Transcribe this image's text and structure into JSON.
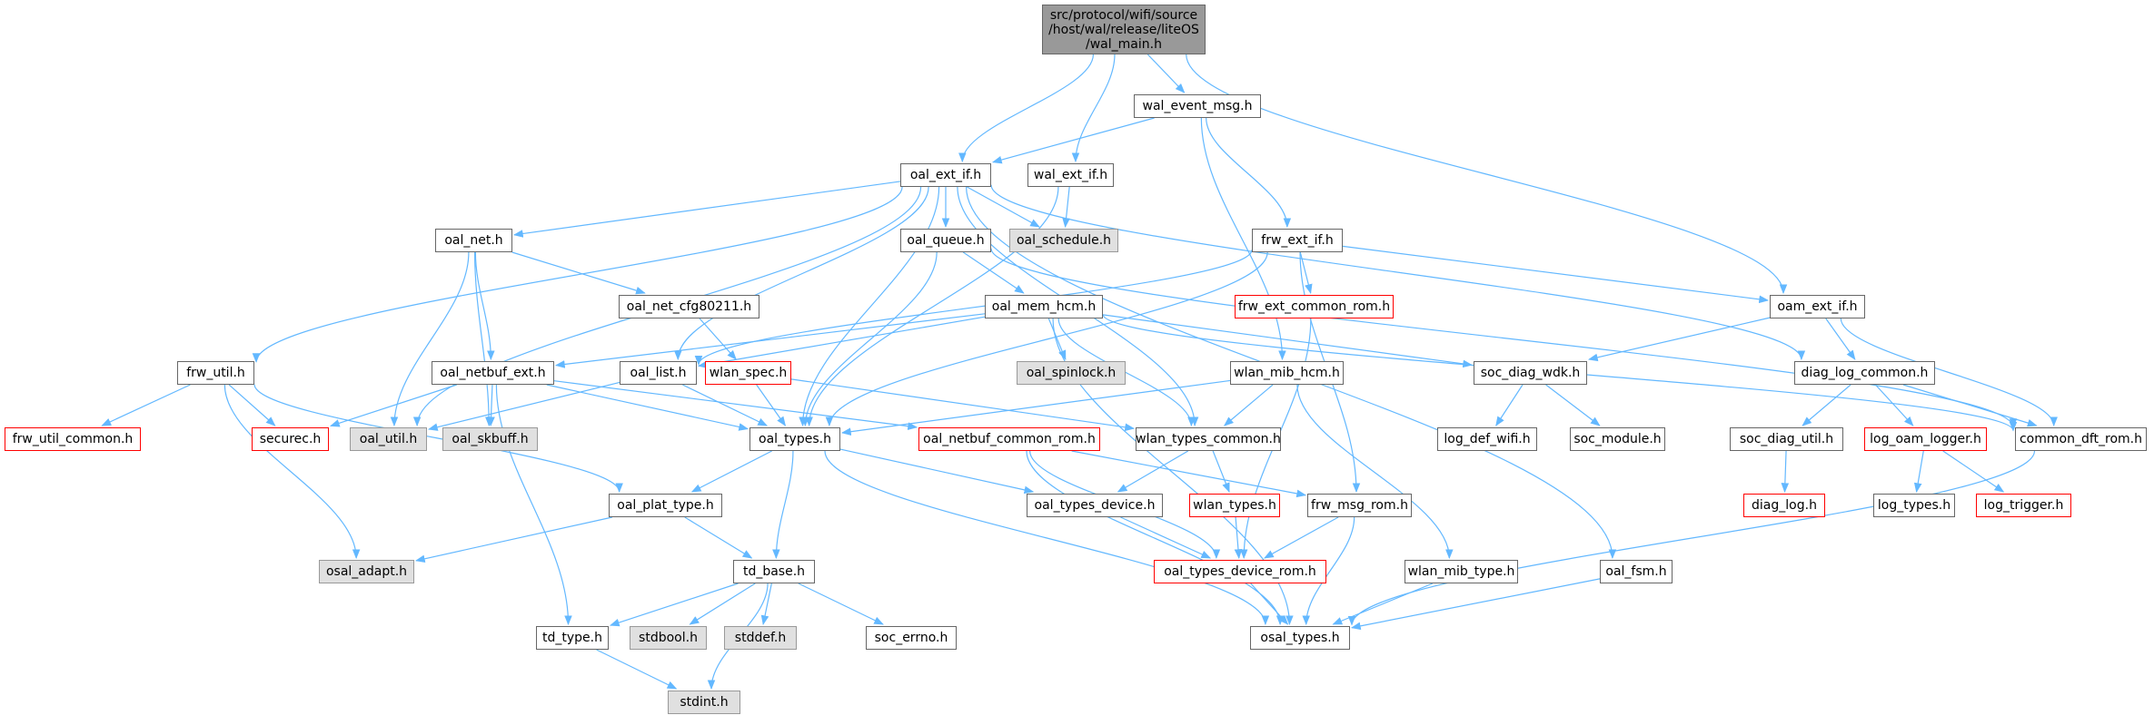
{
  "colors": {
    "edge": "#63b8ff",
    "root_fill": "#999999",
    "missing_fill": "#e0e0e0",
    "truncated_border": "#ff0000",
    "node_border": "#666666"
  },
  "nodes": [
    {
      "id": "wal_main",
      "label": "src/protocol/wifi/source /host/wal/release/liteOS /wal_main.h",
      "kind": "root"
    },
    {
      "id": "wal_event_msg",
      "label": "wal_event_msg.h",
      "kind": "normal"
    },
    {
      "id": "oal_ext_if",
      "label": "oal_ext_if.h",
      "kind": "normal"
    },
    {
      "id": "wal_ext_if",
      "label": "wal_ext_if.h",
      "kind": "normal"
    },
    {
      "id": "oal_net",
      "label": "oal_net.h",
      "kind": "normal"
    },
    {
      "id": "oal_queue",
      "label": "oal_queue.h",
      "kind": "normal"
    },
    {
      "id": "oal_schedule",
      "label": "oal_schedule.h",
      "kind": "missing"
    },
    {
      "id": "frw_ext_if",
      "label": "frw_ext_if.h",
      "kind": "normal"
    },
    {
      "id": "oal_net_cfg80211",
      "label": "oal_net_cfg80211.h",
      "kind": "normal"
    },
    {
      "id": "oal_mem_hcm",
      "label": "oal_mem_hcm.h",
      "kind": "normal"
    },
    {
      "id": "frw_ext_common_rom",
      "label": "frw_ext_common_rom.h",
      "kind": "truncated"
    },
    {
      "id": "oam_ext_if",
      "label": "oam_ext_if.h",
      "kind": "normal"
    },
    {
      "id": "frw_util",
      "label": "frw_util.h",
      "kind": "normal"
    },
    {
      "id": "oal_netbuf_ext",
      "label": "oal_netbuf_ext.h",
      "kind": "normal"
    },
    {
      "id": "oal_list",
      "label": "oal_list.h",
      "kind": "normal"
    },
    {
      "id": "wlan_spec",
      "label": "wlan_spec.h",
      "kind": "truncated"
    },
    {
      "id": "oal_spinlock",
      "label": "oal_spinlock.h",
      "kind": "missing"
    },
    {
      "id": "wlan_mib_hcm",
      "label": "wlan_mib_hcm.h",
      "kind": "normal"
    },
    {
      "id": "soc_diag_wdk",
      "label": "soc_diag_wdk.h",
      "kind": "normal"
    },
    {
      "id": "diag_log_common",
      "label": "diag_log_common.h",
      "kind": "normal"
    },
    {
      "id": "frw_util_common",
      "label": "frw_util_common.h",
      "kind": "truncated"
    },
    {
      "id": "securec",
      "label": "securec.h",
      "kind": "truncated"
    },
    {
      "id": "oal_util",
      "label": "oal_util.h",
      "kind": "missing"
    },
    {
      "id": "oal_skbuff",
      "label": "oal_skbuff.h",
      "kind": "missing"
    },
    {
      "id": "oal_types",
      "label": "oal_types.h",
      "kind": "normal"
    },
    {
      "id": "oal_netbuf_common_rom",
      "label": "oal_netbuf_common_rom.h",
      "kind": "truncated"
    },
    {
      "id": "wlan_types_common",
      "label": "wlan_types_common.h",
      "kind": "normal"
    },
    {
      "id": "log_def_wifi",
      "label": "log_def_wifi.h",
      "kind": "normal"
    },
    {
      "id": "soc_module",
      "label": "soc_module.h",
      "kind": "normal"
    },
    {
      "id": "soc_diag_util",
      "label": "soc_diag_util.h",
      "kind": "normal"
    },
    {
      "id": "log_oam_logger",
      "label": "log_oam_logger.h",
      "kind": "truncated"
    },
    {
      "id": "common_dft_rom",
      "label": "common_dft_rom.h",
      "kind": "normal"
    },
    {
      "id": "oal_plat_type",
      "label": "oal_plat_type.h",
      "kind": "normal"
    },
    {
      "id": "oal_types_device",
      "label": "oal_types_device.h",
      "kind": "normal"
    },
    {
      "id": "wlan_types",
      "label": "wlan_types.h",
      "kind": "truncated"
    },
    {
      "id": "frw_msg_rom",
      "label": "frw_msg_rom.h",
      "kind": "normal"
    },
    {
      "id": "diag_log",
      "label": "diag_log.h",
      "kind": "truncated"
    },
    {
      "id": "log_types",
      "label": "log_types.h",
      "kind": "normal"
    },
    {
      "id": "log_trigger",
      "label": "log_trigger.h",
      "kind": "truncated"
    },
    {
      "id": "osal_adapt",
      "label": "osal_adapt.h",
      "kind": "missing"
    },
    {
      "id": "td_base",
      "label": "td_base.h",
      "kind": "normal"
    },
    {
      "id": "oal_types_device_rom",
      "label": "oal_types_device_rom.h",
      "kind": "truncated"
    },
    {
      "id": "wlan_mib_type",
      "label": "wlan_mib_type.h",
      "kind": "normal"
    },
    {
      "id": "oal_fsm",
      "label": "oal_fsm.h",
      "kind": "normal"
    },
    {
      "id": "td_type",
      "label": "td_type.h",
      "kind": "normal"
    },
    {
      "id": "stdbool",
      "label": "stdbool.h",
      "kind": "missing"
    },
    {
      "id": "stddef",
      "label": "stddef.h",
      "kind": "missing"
    },
    {
      "id": "soc_errno",
      "label": "soc_errno.h",
      "kind": "normal"
    },
    {
      "id": "osal_types",
      "label": "osal_types.h",
      "kind": "normal"
    },
    {
      "id": "stdint",
      "label": "stdint.h",
      "kind": "missing"
    }
  ],
  "edges": [
    [
      "wal_main",
      "oal_ext_if"
    ],
    [
      "wal_main",
      "wal_event_msg"
    ],
    [
      "wal_main",
      "wal_ext_if"
    ],
    [
      "wal_main",
      "oam_ext_if"
    ],
    [
      "wal_event_msg",
      "oal_ext_if"
    ],
    [
      "wal_event_msg",
      "frw_ext_if"
    ],
    [
      "wal_event_msg",
      "wlan_mib_hcm"
    ],
    [
      "oal_ext_if",
      "oal_net"
    ],
    [
      "oal_ext_if",
      "oal_queue"
    ],
    [
      "oal_ext_if",
      "oal_schedule"
    ],
    [
      "oal_ext_if",
      "frw_util"
    ],
    [
      "oal_ext_if",
      "oal_util"
    ],
    [
      "oal_ext_if",
      "oal_list"
    ],
    [
      "oal_ext_if",
      "oal_types"
    ],
    [
      "oal_ext_if",
      "wlan_types_common"
    ],
    [
      "oal_ext_if",
      "diag_log_common"
    ],
    [
      "oal_ext_if",
      "oal_fsm"
    ],
    [
      "wal_ext_if",
      "oal_schedule"
    ],
    [
      "wal_ext_if",
      "oal_types"
    ],
    [
      "oal_net",
      "oal_net_cfg80211"
    ],
    [
      "oal_net",
      "oal_netbuf_ext"
    ],
    [
      "oal_net",
      "oal_util"
    ],
    [
      "oal_net",
      "oal_skbuff"
    ],
    [
      "oal_net_cfg80211",
      "wlan_spec"
    ],
    [
      "oal_queue",
      "oal_mem_hcm"
    ],
    [
      "oal_queue",
      "oal_types"
    ],
    [
      "oal_queue",
      "common_dft_rom"
    ],
    [
      "oal_mem_hcm",
      "oal_netbuf_ext"
    ],
    [
      "oal_mem_hcm",
      "oal_list"
    ],
    [
      "oal_mem_hcm",
      "oal_spinlock"
    ],
    [
      "oal_mem_hcm",
      "soc_diag_wdk"
    ],
    [
      "oal_mem_hcm",
      "wlan_types_common"
    ],
    [
      "oal_mem_hcm",
      "osal_types"
    ],
    [
      "oal_mem_hcm",
      "common_dft_rom"
    ],
    [
      "frw_ext_if",
      "frw_ext_common_rom"
    ],
    [
      "frw_ext_if",
      "oam_ext_if"
    ],
    [
      "frw_ext_if",
      "oal_list"
    ],
    [
      "frw_ext_if",
      "oal_types"
    ],
    [
      "frw_ext_if",
      "frw_msg_rom"
    ],
    [
      "frw_ext_common_rom",
      "oal_types_device_rom"
    ],
    [
      "oam_ext_if",
      "soc_diag_wdk"
    ],
    [
      "oam_ext_if",
      "diag_log_common"
    ],
    [
      "oam_ext_if",
      "common_dft_rom"
    ],
    [
      "frw_util",
      "frw_util_common"
    ],
    [
      "frw_util",
      "securec"
    ],
    [
      "frw_util",
      "oal_plat_type"
    ],
    [
      "frw_util",
      "osal_adapt"
    ],
    [
      "oal_netbuf_ext",
      "securec"
    ],
    [
      "oal_netbuf_ext",
      "oal_skbuff"
    ],
    [
      "oal_netbuf_ext",
      "oal_types"
    ],
    [
      "oal_netbuf_ext",
      "oal_netbuf_common_rom"
    ],
    [
      "oal_netbuf_ext",
      "td_type"
    ],
    [
      "oal_list",
      "oal_util"
    ],
    [
      "oal_list",
      "oal_types"
    ],
    [
      "wlan_spec",
      "oal_types"
    ],
    [
      "wlan_spec",
      "wlan_types_common"
    ],
    [
      "wlan_mib_hcm",
      "oal_types"
    ],
    [
      "wlan_mib_hcm",
      "wlan_types_common"
    ],
    [
      "wlan_mib_hcm",
      "wlan_mib_type"
    ],
    [
      "soc_diag_wdk",
      "log_def_wifi"
    ],
    [
      "soc_diag_wdk",
      "soc_module"
    ],
    [
      "diag_log_common",
      "soc_diag_util"
    ],
    [
      "diag_log_common",
      "log_oam_logger"
    ],
    [
      "diag_log_common",
      "common_dft_rom"
    ],
    [
      "soc_diag_util",
      "diag_log"
    ],
    [
      "log_oam_logger",
      "log_types"
    ],
    [
      "log_oam_logger",
      "log_trigger"
    ],
    [
      "oal_types",
      "oal_plat_type"
    ],
    [
      "oal_types",
      "oal_types_device"
    ],
    [
      "oal_types",
      "td_base"
    ],
    [
      "oal_types",
      "osal_types"
    ],
    [
      "oal_netbuf_common_rom",
      "frw_msg_rom"
    ],
    [
      "oal_netbuf_common_rom",
      "oal_types_device_rom"
    ],
    [
      "oal_netbuf_common_rom",
      "osal_types"
    ],
    [
      "wlan_types_common",
      "oal_types_device"
    ],
    [
      "wlan_types_common",
      "wlan_types"
    ],
    [
      "oal_types_device",
      "oal_types_device_rom"
    ],
    [
      "wlan_types",
      "oal_types_device_rom"
    ],
    [
      "frw_msg_rom",
      "oal_types_device_rom"
    ],
    [
      "frw_msg_rom",
      "osal_types"
    ],
    [
      "oal_plat_type",
      "osal_adapt"
    ],
    [
      "oal_plat_type",
      "td_base"
    ],
    [
      "td_base",
      "td_type"
    ],
    [
      "td_base",
      "stdbool"
    ],
    [
      "td_base",
      "stddef"
    ],
    [
      "td_base",
      "soc_errno"
    ],
    [
      "td_base",
      "stdint"
    ],
    [
      "td_type",
      "stdint"
    ],
    [
      "oal_types_device_rom",
      "osal_types"
    ],
    [
      "wlan_mib_type",
      "osal_types"
    ],
    [
      "oal_fsm",
      "osal_types"
    ],
    [
      "common_dft_rom",
      "osal_types"
    ]
  ]
}
